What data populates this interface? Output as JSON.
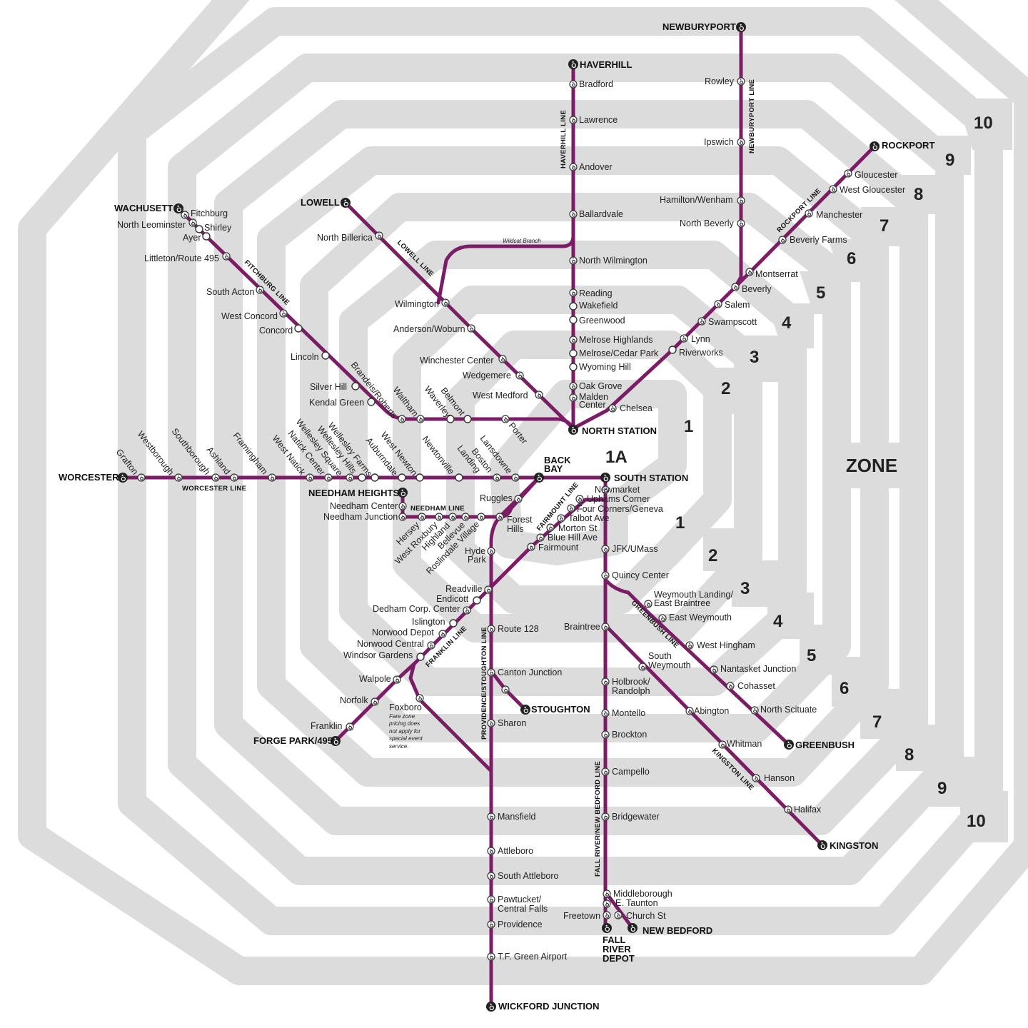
{
  "legend": {
    "zone_label": "ZONE"
  },
  "zones": [
    "1A",
    "1",
    "2",
    "3",
    "4",
    "5",
    "6",
    "7",
    "8",
    "9",
    "10"
  ],
  "colors": {
    "line": "#7b1d66",
    "zone_ring": "#dcdcdc"
  },
  "lines": {
    "newburyport": "NEWBURYPORT LINE",
    "rockport": "ROCKPORT LINE",
    "haverhill": "HAVERHILL LINE",
    "lowell": "LOWELL LINE",
    "fitchburg": "FITCHBURG LINE",
    "worcester": "WORCESTER LINE",
    "needham": "NEEDHAM LINE",
    "fairmount": "FAIRMOUNT LINE",
    "franklin": "FRANKLIN LINE",
    "providence": "PROVIDENCE/STOUGHTON LINE",
    "fallriver": "FALL RIVER/NEW BEDFORD LINE",
    "greenbush": "GREENBUSH LINE",
    "kingston": "KINGSTON LINE",
    "wildcat": "Wildcat Branch"
  },
  "terminals": {
    "north_station": "NORTH STATION",
    "south_station": "SOUTH STATION",
    "back_bay": [
      "BACK",
      "BAY"
    ],
    "newburyport": "NEWBURYPORT",
    "rockport": "ROCKPORT",
    "haverhill": "HAVERHILL",
    "lowell": "LOWELL",
    "wachusett": "WACHUSETT",
    "worcester": "WORCESTER",
    "needham_heights": "NEEDHAM HEIGHTS",
    "forge_park": "FORGE PARK/495",
    "stoughton": "STOUGHTON",
    "wickford": "WICKFORD JUNCTION",
    "fall_river": [
      "FALL",
      "RIVER",
      "DEPOT"
    ],
    "new_bedford": "NEW BEDFORD",
    "greenbush": "GREENBUSH",
    "kingston": "KINGSTON"
  },
  "stations": {
    "newburyport": [
      "Rowley",
      "Ipswich",
      "Hamilton/Wenham",
      "North Beverly"
    ],
    "rockport": [
      "Gloucester",
      "West Gloucester",
      "Manchester",
      "Beverly Farms",
      "Montserrat"
    ],
    "shared_north_east": [
      "Beverly",
      "Salem",
      "Swampscott",
      "Lynn",
      "Riverworks",
      "Chelsea"
    ],
    "haverhill": [
      "Bradford",
      "Lawrence",
      "Andover",
      "Ballardvale",
      "North Wilmington",
      "Reading",
      "Wakefield",
      "Greenwood",
      "Melrose Highlands",
      "Melrose/Cedar Park",
      "Wyoming Hill",
      "Oak Grove",
      "Malden",
      "Center"
    ],
    "lowell": [
      "North Billerica",
      "Wilmington",
      "Anderson/Woburn",
      "Winchester Center",
      "Wedgemere",
      "West Medford"
    ],
    "fitchburg": [
      "Fitchburg",
      "North Leominster",
      "Shirley",
      "Ayer",
      "Littleton/Route 495",
      "South Acton",
      "West Concord",
      "Concord",
      "Lincoln",
      "Silver Hill",
      "Kendal Green",
      "Brandeis/Roberts",
      "Waltham",
      "Waverley",
      "Belmont",
      "Porter"
    ],
    "worcester": [
      "Grafton",
      "Westborough",
      "Southborough",
      "Ashland",
      "Framingham",
      "West Natick",
      "Natick Center",
      "Wellesley Square",
      "Wellesley Hills",
      "Wellesley Farms",
      "Auburndale",
      "West Newton",
      "Newtonville",
      "Boston",
      "Landing",
      "Lansdowne"
    ],
    "needham": [
      "Needham Center",
      "Needham Junction",
      "Hersey",
      "West Roxbury",
      "Highland",
      "Bellevue",
      "Roslindale Village",
      "Forest",
      "Hills",
      "Ruggles"
    ],
    "fairmount": [
      "Newmarket",
      "Uphams Corner",
      "Four Corners/Geneva",
      "Talbot Ave",
      "Morton St",
      "Blue Hill Ave",
      "Fairmount"
    ],
    "franklin": [
      "Hyde",
      "Park",
      "Readville",
      "Endicott",
      "Dedham Corp. Center",
      "Islington",
      "Norwood Depot",
      "Norwood Central",
      "Windsor Gardens",
      "Walpole",
      "Norfolk",
      "Franklin",
      "Foxboro"
    ],
    "foxboro_note": [
      "Fare zone",
      "pricing does",
      "not apply for",
      "special event",
      "service."
    ],
    "providence": [
      "Route 128",
      "Canton Junction",
      "Sharon",
      "Mansfield",
      "Attleboro",
      "South Attleboro",
      "Pawtucket/",
      "Central Falls",
      "Providence",
      "T.F. Green Airport"
    ],
    "south_shore": [
      "JFK/UMass",
      "Quincy Center",
      "Braintree",
      "Holbrook/",
      "Randolph",
      "Montello",
      "Brockton",
      "Campello",
      "Bridgewater",
      "Middleborough",
      "E. Taunton",
      "Freetown",
      "Church St"
    ],
    "greenbush": [
      "Weymouth Landing/",
      "East Braintree",
      "East Weymouth",
      "West Hingham",
      "Nantasket Junction",
      "Cohasset",
      "North Scituate"
    ],
    "kingston": [
      "South",
      "Weymouth",
      "Abington",
      "Whitman",
      "Hanson",
      "Halifax"
    ]
  }
}
